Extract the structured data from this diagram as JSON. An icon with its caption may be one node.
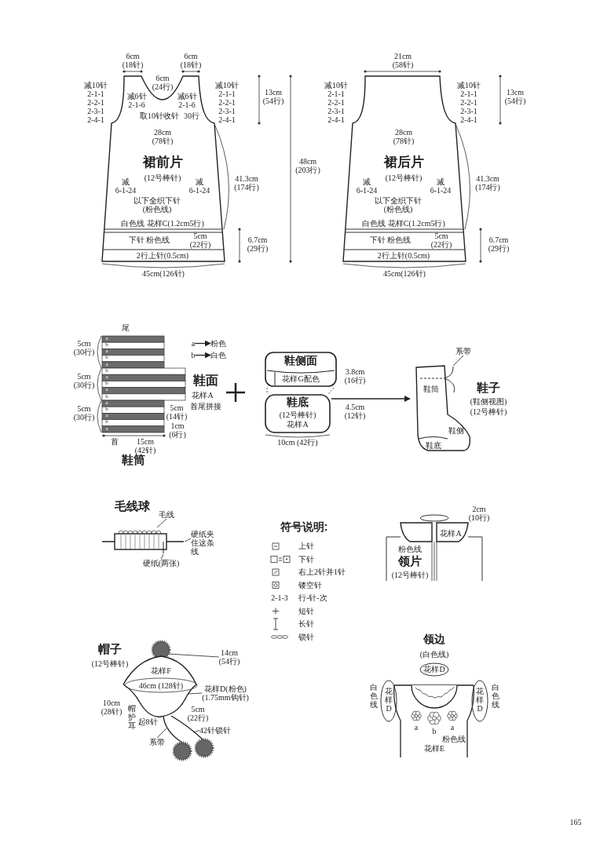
{
  "diagram": {
    "nodes": [
      {
        "text": [
          "裙前片",
          "(12号棒针)"
        ]
      },
      {
        "text": [
          "裙后片",
          "(12号棒针)"
        ]
      },
      {
        "text": [
          "鞋筒"
        ],
        "beside": [
          "鞋面",
          "花样A",
          "首尾拼接"
        ]
      },
      {
        "text": [
          "a"
        ]
      },
      {
        "text": [
          "粉色"
        ]
      },
      {
        "text": [
          "b"
        ]
      },
      {
        "text": [
          "白色"
        ]
      },
      {
        "text": [
          "鞋侧面",
          "花样G配色"
        ]
      },
      {
        "text": [
          "鞋底",
          "(12号棒针)",
          "花样A"
        ]
      },
      {
        "text": [
          "鞋筒",
          "鞋侧",
          "鞋底"
        ],
        "beside": [
          "鞋子",
          "(鞋侧视图)",
          "(12号棒针)"
        ]
      },
      {
        "text": [
          "系带"
        ]
      },
      {
        "text": [],
        "shape": "picture"
      },
      {
        "text": [
          "毛线"
        ]
      },
      {
        "text": [
          "硬纸夹住这条线"
        ]
      },
      {
        "text": [
          "硬纸(两张)"
        ]
      },
      {
        "text": [
          "粉色线",
          "花样A",
          "领片",
          "(12号棒针)"
        ]
      },
      {
        "text": [
          "花样D"
        ]
      },
      {
        "text": [
          "a",
          "b",
          "a",
          "粉色线",
          "花样E"
        ]
      },
      {
        "text": [
          "花样D"
        ],
        "beside": [
          "白色线"
        ]
      },
      {
        "text": [
          "花样D"
        ],
        "beside": [
          "白色线"
        ]
      },
      {
        "text": [
          "花样F"
        ],
        "beside": [
          "帽子",
          "(12号棒针)"
        ]
      },
      {
        "text": [
          "14cm (54行)"
        ]
      },
      {
        "text": [
          "花样D(粉色) (1.75mm钩针)"
        ]
      },
      {
        "text": [
          "42针锁针"
        ]
      },
      {
        "text": [
          "系带"
        ],
        "in": 20
      }
    ],
    "edges": [
      {
        "from": 3,
        "to": 4,
        "arrow": "to"
      },
      {
        "from": 5,
        "to": 6,
        "arrow": "to"
      },
      {
        "from": 8,
        "to": 9,
        "arrow": "to"
      },
      {
        "from": 10,
        "to": 9,
        "arrow": "none"
      },
      {
        "from": 12,
        "to": 11,
        "arrow": "none"
      },
      {
        "from": 13,
        "to": 11,
        "arrow": "none"
      },
      {
        "from": 14,
        "to": 11,
        "arrow": "none"
      },
      {
        "from": 21,
        "to": 20,
        "arrow": "none"
      },
      {
        "from": 22,
        "to": 20,
        "arrow": "none"
      },
      {
        "from": 23,
        "to": null,
        "arrow": "none"
      },
      {
        "from": 24,
        "to": null,
        "arrow": "none"
      },
      {
        "from": 7,
        "to": 8,
        "arrow": "none",
        "style": "dashed"
      },
      {
        "from": 7,
        "to": 8,
        "arrow": "none",
        "style": "dashed"
      }
    ],
    "labels": [
      "6cm (18针)",
      "6cm (18针)",
      "6cm (24行)",
      "减6针 2-1-6",
      "减6针 2-1-6",
      "减10针 2-1-1 2-2-1 2-3-1 2-4-1",
      "减10针 2-1-1 2-2-1 2-3-1 2-4-1",
      "取10针收针",
      "30行",
      "13cm (54行)",
      "28cm (78针)",
      "48cm (203行)",
      "减 6-1-24",
      "减 6-1-24",
      "41.3cm (174行)",
      "以下全织下针 (粉色线)",
      "白色线 花样C(1.2cm5行)",
      "下针 粉色线",
      "5cm (22行)",
      "6.7cm (29行)",
      "2行上针(0.5cm)",
      "45cm(126针)",
      "21cm (58针)",
      "减10针 2-1-1 2-2-1 2-3-1 2-4-1",
      "减10针 2-1-1 2-2-1 2-3-1 2-4-1",
      "13cm (54行)",
      "28cm (78针)",
      "减 6-1-24",
      "减 6-1-24",
      "41.3cm (174行)",
      "以下全织下针 (粉色线)",
      "白色线 花样C(1.2cm5行)",
      "下针 粉色线",
      "5cm (22行)",
      "6.7cm (29行)",
      "2行上针(0.5cm)",
      "45cm(126针)",
      "尾",
      "a",
      "b",
      "a",
      "b",
      "a",
      "b",
      "a",
      "b",
      "a",
      "b",
      "a",
      "b",
      "a",
      "b",
      "a",
      "5cm (30行)",
      "5cm (30行)",
      "5cm (30行)",
      "5cm (14针)",
      "1cm (6行)",
      "首",
      "15cm (42针)",
      "3.8cm (16行)",
      "4.5cm (12针)",
      "10cm (42行)",
      "毛线球",
      "符号说明:",
      "2-1-3",
      "2cm (10行)",
      "领边",
      "(白色线)",
      "46cm (128针)",
      "10cm (28针)",
      "5cm (22行)",
      "帽护耳",
      "起8针",
      "165"
    ],
    "legend": [
      {
        "text": "上针"
      },
      {
        "text": "下针"
      },
      {
        "text": "右上2针并1针"
      },
      {
        "text": "镂空针"
      },
      {
        "text": "行-针-次"
      },
      {
        "text": "短针"
      },
      {
        "text": "长针"
      },
      {
        "text": "锁针"
      }
    ]
  }
}
